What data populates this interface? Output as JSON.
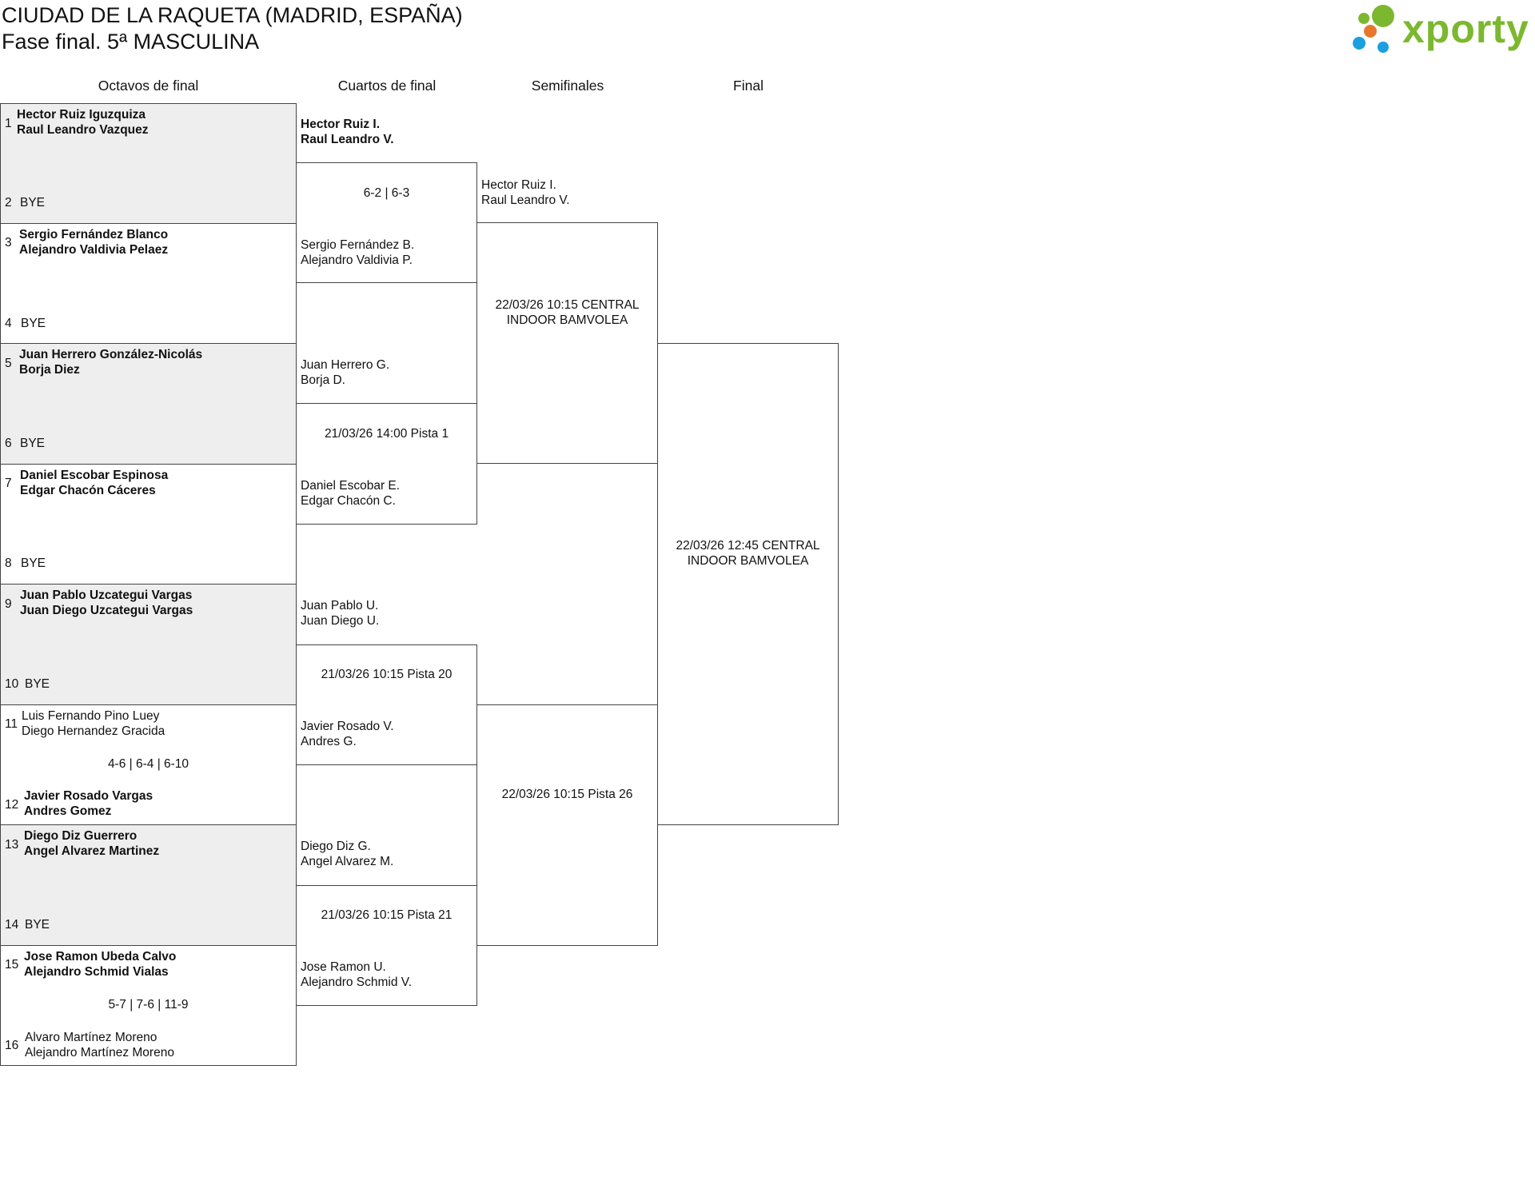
{
  "header": {
    "title": "CIUDAD DE LA RAQUETA (MADRID, ESPAÑA)",
    "subtitle": "Fase final. 5ª MASCULINA",
    "logo_text": "xporty",
    "brand_colors": {
      "green": "#7cb82f",
      "orange": "#e8772e",
      "blue": "#1aa0e0"
    }
  },
  "rounds": [
    "Octavos de final",
    "Cuartos de final",
    "Semifinales",
    "Final"
  ],
  "octavos": [
    {
      "top": {
        "seed": "1",
        "players": [
          "Hector Ruiz Iguzquiza",
          "Raul Leandro Vazquez"
        ]
      },
      "bottom": {
        "seed": "2",
        "players": [
          "BYE"
        ]
      },
      "info": ""
    },
    {
      "top": {
        "seed": "3",
        "players": [
          "Sergio Fernández Blanco",
          "Alejandro Valdivia Pelaez"
        ]
      },
      "bottom": {
        "seed": "4",
        "players": [
          "BYE"
        ]
      },
      "info": ""
    },
    {
      "top": {
        "seed": "5",
        "players": [
          "Juan Herrero González-Nicolás",
          "Borja Diez"
        ]
      },
      "bottom": {
        "seed": "6",
        "players": [
          "BYE"
        ]
      },
      "info": ""
    },
    {
      "top": {
        "seed": "7",
        "players": [
          "Daniel Escobar Espinosa",
          "Edgar Chacón Cáceres"
        ]
      },
      "bottom": {
        "seed": "8",
        "players": [
          "BYE"
        ]
      },
      "info": ""
    },
    {
      "top": {
        "seed": "9",
        "players": [
          "Juan Pablo Uzcategui Vargas",
          "Juan Diego Uzcategui Vargas"
        ]
      },
      "bottom": {
        "seed": "10",
        "players": [
          "BYE"
        ]
      },
      "info": ""
    },
    {
      "top": {
        "seed": "11",
        "players": [
          "Luis Fernando Pino Luey",
          "Diego Hernandez Gracida"
        ]
      },
      "bottom": {
        "seed": "12",
        "players": [
          "Javier Rosado Vargas",
          "Andres Gomez"
        ]
      },
      "info": "4-6 | 6-4 | 6-10"
    },
    {
      "top": {
        "seed": "13",
        "players": [
          "Diego Diz Guerrero",
          "Angel Alvarez Martinez"
        ]
      },
      "bottom": {
        "seed": "14",
        "players": [
          "BYE"
        ]
      },
      "info": ""
    },
    {
      "top": {
        "seed": "15",
        "players": [
          "Jose Ramon Ubeda Calvo",
          "Alejandro Schmid Vialas"
        ]
      },
      "bottom": {
        "seed": "16",
        "players": [
          "Alvaro Martínez Moreno",
          "Alejandro Martínez Moreno"
        ]
      },
      "info": "5-7 | 7-6 | 11-9"
    }
  ],
  "cuartos": [
    {
      "top": [
        "Hector Ruiz I.",
        "Raul Leandro V."
      ],
      "bottom": [
        "Sergio Fernández B.",
        "Alejandro Valdivia P."
      ],
      "info": "6-2 | 6-3"
    },
    {
      "top": [
        "Juan Herrero G.",
        "Borja D."
      ],
      "bottom": [
        "Daniel Escobar E.",
        "Edgar Chacón C."
      ],
      "info": "21/03/26 14:00 Pista 1"
    },
    {
      "top": [
        "Juan Pablo U.",
        "Juan Diego U."
      ],
      "bottom": [
        "Javier Rosado V.",
        "Andres G."
      ],
      "info": "21/03/26 10:15 Pista 20"
    },
    {
      "top": [
        "Diego Diz G.",
        "Angel Alvarez M."
      ],
      "bottom": [
        "Jose Ramon U.",
        "Alejandro Schmid V."
      ],
      "info": "21/03/26 10:15 Pista 21"
    }
  ],
  "semis": [
    {
      "top": [
        "Hector Ruiz I.",
        "Raul Leandro V."
      ],
      "info_lines": [
        "22/03/26 10:15 CENTRAL",
        "INDOOR BAMVOLEA"
      ]
    },
    {
      "top": [],
      "info_lines": [
        "22/03/26 10:15 Pista 26"
      ]
    }
  ],
  "final": {
    "info_lines": [
      "22/03/26 12:45 CENTRAL",
      "INDOOR BAMVOLEA"
    ]
  }
}
